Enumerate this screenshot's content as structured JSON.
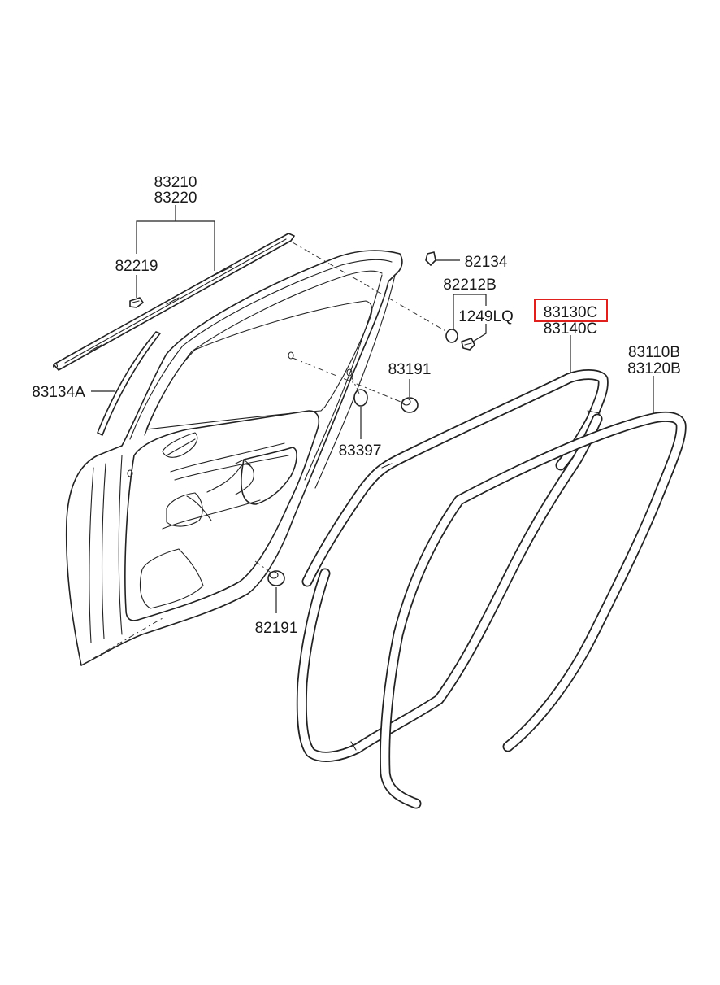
{
  "highlight_color": "#e0201c",
  "labels": {
    "p83210": "83210",
    "p83220": "83220",
    "p82219": "82219",
    "p83134A": "83134A",
    "p82134": "82134",
    "p82212B": "82212B",
    "p1249LQ": "1249LQ",
    "p83130C": "83130C",
    "p83140C": "83140C",
    "p83110B": "83110B",
    "p83120B": "83120B",
    "p83191": "83191",
    "p83397": "83397",
    "p82191": "82191"
  }
}
